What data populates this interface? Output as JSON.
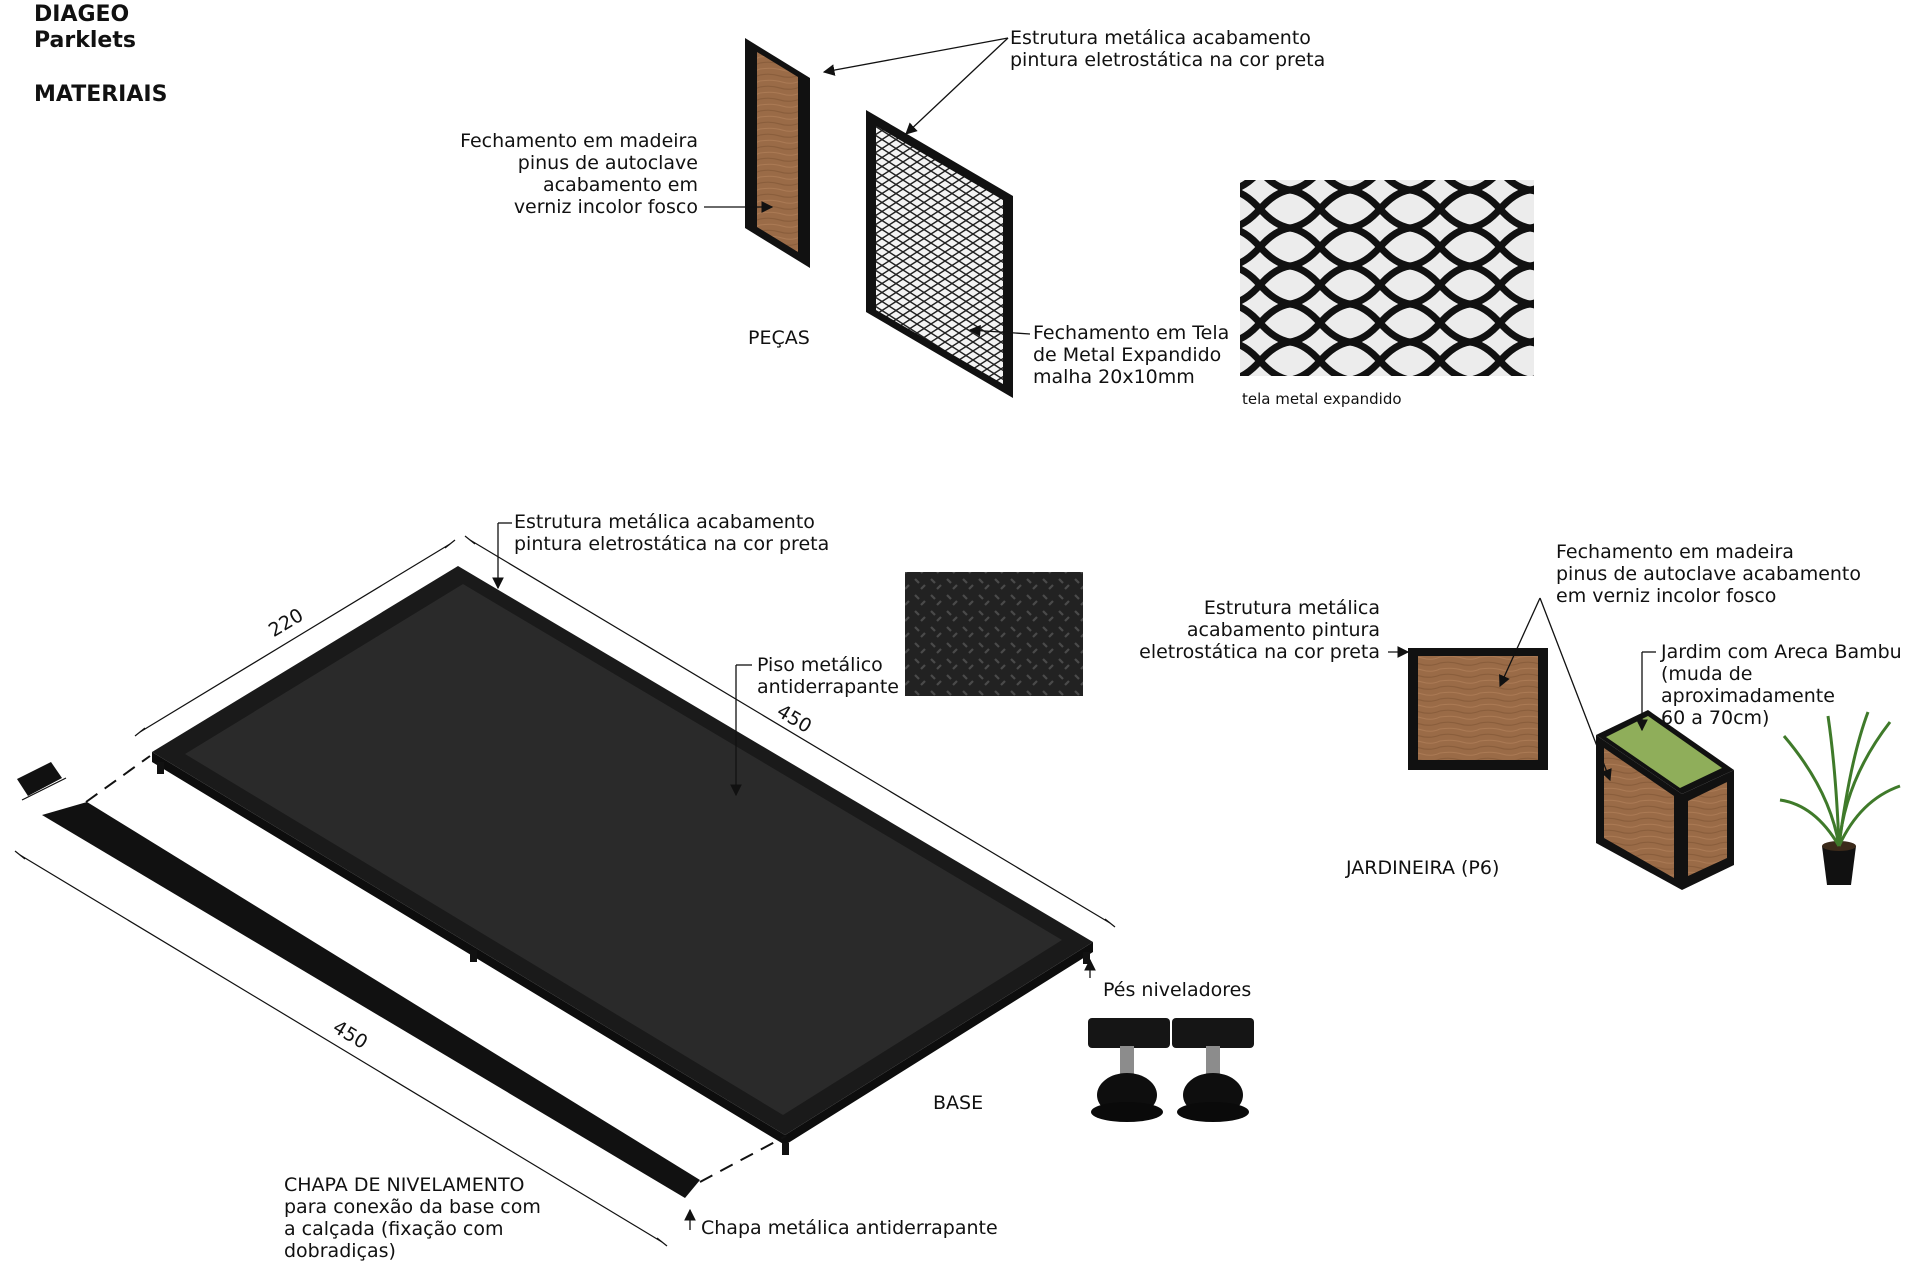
{
  "header": {
    "brand": "DIAGEO",
    "project": "Parklets",
    "section": "MATERIAIS"
  },
  "pecas": {
    "section_title": "PEÇAS",
    "label_structure": "Estrutura metálica acabamento\npintura eletrostática na cor preta",
    "label_wood": "Fechamento em madeira\npinus de autoclave\nacabamento em\nverniz incolor fosco",
    "label_mesh": "Fechamento em Tela\nde Metal Expandido\nmalha 20x10mm",
    "mesh_photo_caption": "tela metal expandido"
  },
  "base": {
    "section_title": "BASE",
    "label_structure": "Estrutura metálica acabamento\npintura eletrostática na cor preta",
    "label_floor": "Piso metálico\nantiderrapante",
    "label_feet": "Pés niveladores",
    "dim_width": "220",
    "dim_length": "450",
    "dim_plate_length": "450"
  },
  "chapa": {
    "title": "CHAPA DE NIVELAMENTO",
    "description": "para conexão da base com\na calçada (fixação com\ndobradiças)",
    "label_plate": "Chapa metálica antiderrapante"
  },
  "jardineira": {
    "section_title": "JARDINEIRA (P6)",
    "label_structure": "Estrutura metálica\nacabamento pintura\neletrostática na cor preta",
    "label_wood": "Fechamento em madeira\npinus de autoclave acabamento\nem verniz incolor fosco",
    "label_garden": "Jardim com Areca Bambu\n(muda de aproximadamente\n60 a 70cm)"
  },
  "colors": {
    "metal": "#1a1a1a",
    "wood": "#9a6b47",
    "grass": "#8fae5a",
    "line": "#111111"
  }
}
